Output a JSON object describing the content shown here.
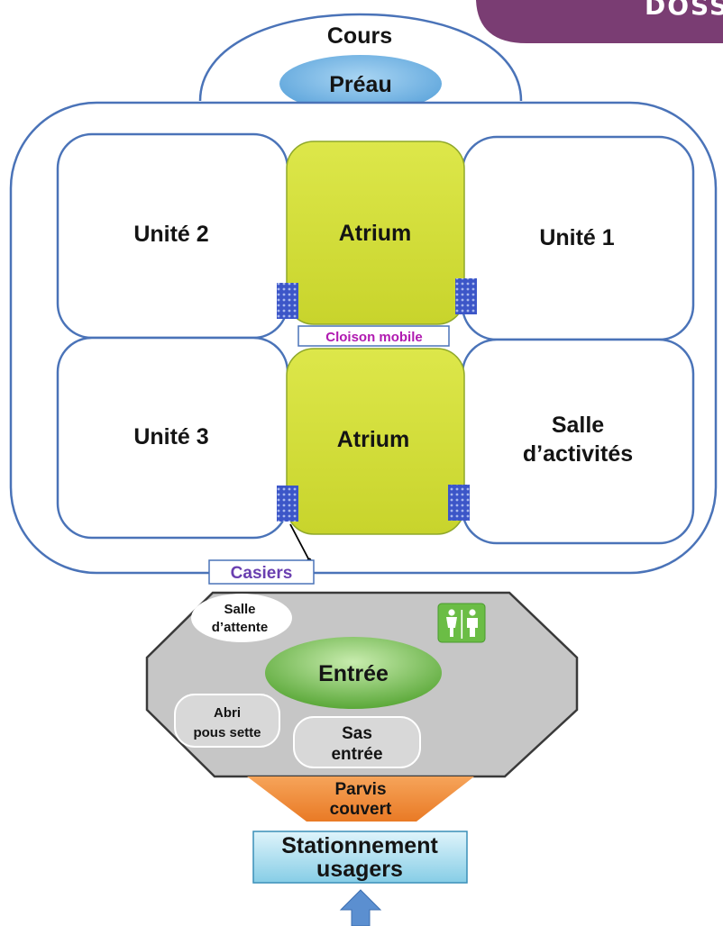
{
  "corner_tab": {
    "text": "DOSS",
    "color": "#7a3d73"
  },
  "cours": {
    "label": "Cours"
  },
  "preau": {
    "label": "Préau",
    "color": "#7bb8e3"
  },
  "building": {
    "unite2": "Unité 2",
    "unite1": "Unité 1",
    "unite3": "Unité 3",
    "salle_activites": [
      "Salle",
      "d’activités"
    ],
    "atrium_top": "Atrium",
    "atrium_bottom": "Atrium",
    "atrium_color": "#d4e03a",
    "outline_color": "#4a73b8"
  },
  "cloison": {
    "label": "Cloison mobile",
    "color": "#b01ab0"
  },
  "casiers": {
    "label": "Casiers",
    "color": "#6a3fb0"
  },
  "hall": {
    "salle_attente": [
      "Salle",
      "d’attente"
    ],
    "entree": "Entrée",
    "abri": [
      "Abri",
      "pous sette"
    ],
    "sas": [
      "Sas",
      "entrée"
    ],
    "wc_icon": "restroom-icon",
    "hall_color": "#c6c6c6",
    "entree_color": "#7ec24a"
  },
  "parvis": {
    "lines": [
      "Parvis",
      "couvert"
    ],
    "color": "#ef8a36"
  },
  "stationnement": {
    "lines": [
      "Stationnement",
      "usagers"
    ],
    "color": "#a9dff0"
  },
  "arrow": {
    "icon": "arrow-up-icon",
    "color": "#5b8fd0"
  }
}
